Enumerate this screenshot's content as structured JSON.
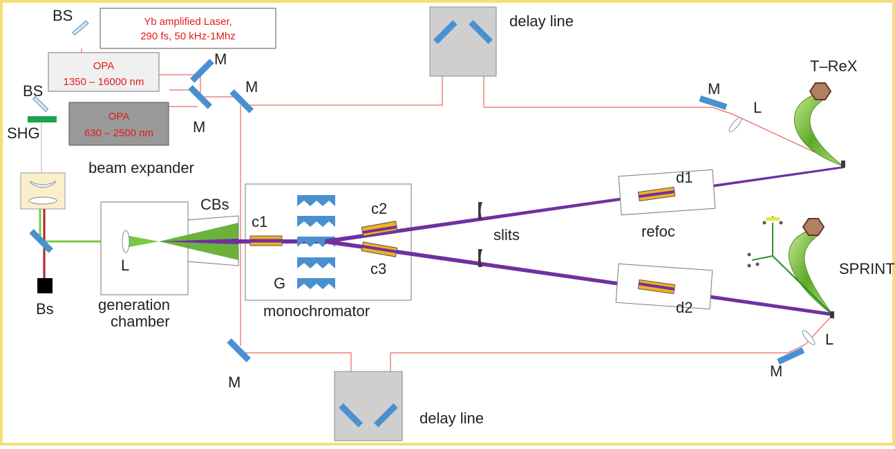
{
  "laser": {
    "line1": "Yb amplified Laser,",
    "line2": "290 fs, 50 kHz-1Mhz"
  },
  "opa1": {
    "line1": "OPA",
    "line2": "1350 – 16000 nm"
  },
  "opa2": {
    "line1": "OPA",
    "line2": "630 – 2500 nm"
  },
  "labels": {
    "bs_top": "BS",
    "bs_left": "BS",
    "shg": "SHG",
    "beam_expander": "beam expander",
    "bs_block": "Bs",
    "lens_gen": "L",
    "gen_chamber_1": "generation",
    "gen_chamber_2": "chamber",
    "cbs": "CBs",
    "c1": "c1",
    "c2": "c2",
    "c3": "c3",
    "grating": "G",
    "monochromator": "monochromator",
    "slits": "slits",
    "refoc": "refoc",
    "d1": "d1",
    "d2": "d2",
    "trex": "T–ReX",
    "sprint": "SPRINT",
    "delay_top": "delay line",
    "delay_bottom": "delay line",
    "m_opa1": "M",
    "m_opa2": "M",
    "m_center": "M",
    "m_trex": "M",
    "lens_trex": "L",
    "m_bottom_left": "M",
    "m_bottom_right": "M",
    "lens_sprint": "L"
  },
  "colors": {
    "frame": "#f7dc7a",
    "beam_red": "#e8463f",
    "beam_green": "#7ac943",
    "beam_purple": "#7030a0",
    "mirror_blue": "#4a90d0",
    "crystal_orange": "#f2b01e",
    "delay_gray": "#cfcfcf",
    "shg_green": "#1aa34a",
    "text_red": "#e31b1b"
  }
}
